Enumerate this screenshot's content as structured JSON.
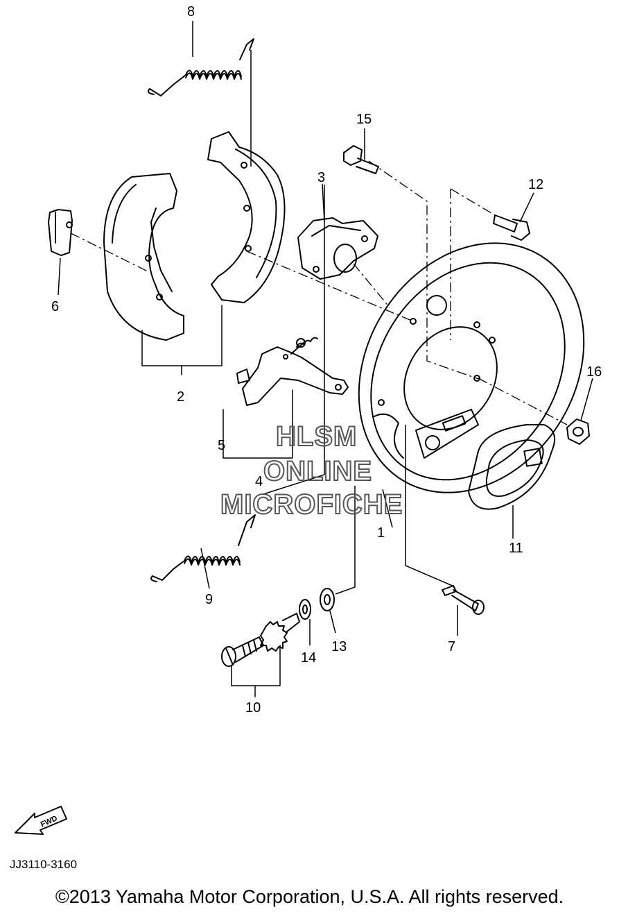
{
  "diagram": {
    "callouts": {
      "c1": "1",
      "c2": "2",
      "c3": "3",
      "c4": "4",
      "c5": "5",
      "c6": "6",
      "c7": "7",
      "c8": "8",
      "c9": "9",
      "c10": "10",
      "c11": "11",
      "c12": "12",
      "c13": "13",
      "c14": "14",
      "c15": "15",
      "c16": "16"
    },
    "watermark": {
      "line1": "HLSM",
      "line2": "ONLINE",
      "line3": "MICROFICHE"
    },
    "fwd_label": "FWD",
    "diagram_code": "JJ3110-3160"
  },
  "footer": {
    "copyright": "©2013 Yamaha Motor Corporation, U.S.A. All rights reserved."
  }
}
